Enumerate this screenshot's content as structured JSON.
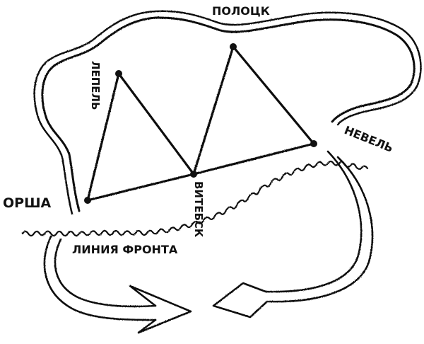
{
  "labels": {
    "polotsk": "ПОЛОЦК",
    "lepel": "ЛЕПЕЛЬ",
    "nevel": "НЕВЕЛЬ",
    "orsha": "ОРША",
    "vitebsk": "ВИТЕБСК",
    "front_line": "ЛИНИЯ ФРОНТА"
  },
  "colors": {
    "ink": "#111111",
    "paper": "#ffffff"
  }
}
